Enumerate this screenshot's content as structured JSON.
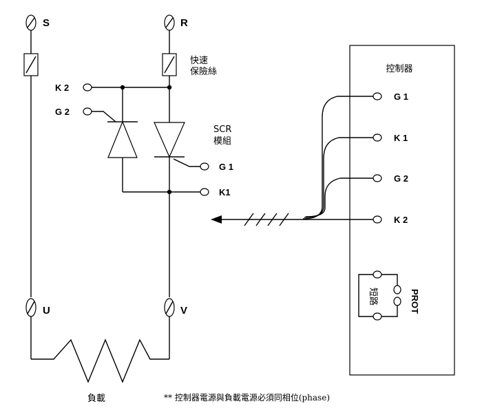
{
  "terminals": {
    "s": "S",
    "r": "R",
    "u": "U",
    "v": "V"
  },
  "left_inputs": {
    "k2": "K 2",
    "g2": "G 2"
  },
  "scr_outputs": {
    "g1": "G 1",
    "k1": "K1"
  },
  "fuse": {
    "line1": "快速",
    "line2": "保險絲"
  },
  "scr_module": {
    "line1": "SCR",
    "line2": "模組"
  },
  "controller": {
    "title": "控制器",
    "pins": [
      "G 1",
      "K 1",
      "G 2",
      "K 2"
    ],
    "prot_label": "PROT",
    "short_label": "短路"
  },
  "load_label": "負載",
  "footnote": "** 控制器電源與負載電源必須同相位(phase)"
}
